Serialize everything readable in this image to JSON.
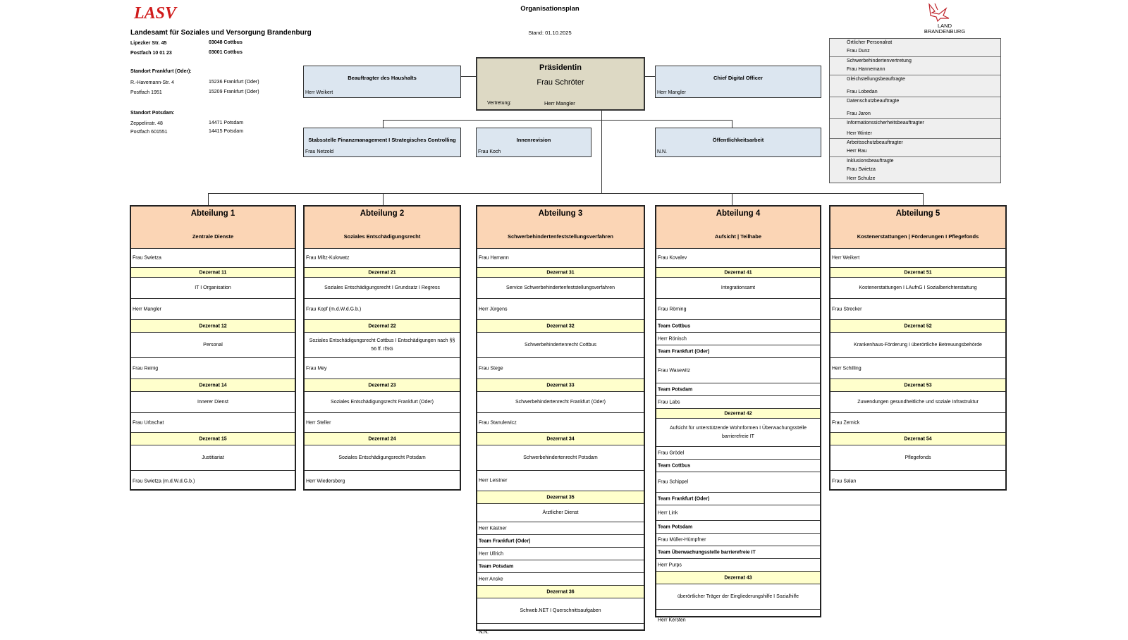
{
  "header": {
    "logo_text": "LASV",
    "title": "Organisationsplan",
    "stand": "Stand: 01.10.2025",
    "org_name": "Landesamt für Soziales und Versorgung Brandenburg",
    "addr_rows": [
      [
        "Lipezker Str. 45",
        "03048 Cottbus"
      ],
      [
        "Postfach 10 01 23",
        "03001 Cottbus"
      ]
    ],
    "ffo_heading": "Standort Frankfurt (Oder):",
    "ffo_rows": [
      [
        "R.-Havemann-Str. 4",
        "15236 Frankfurt (Oder)"
      ],
      [
        "Postfach 1951",
        "15209 Frankfurt (Oder)"
      ]
    ],
    "pdm_heading": "Standort Potsdam:",
    "pdm_rows": [
      [
        "Zeppelinstr. 48",
        "14471 Potsdam"
      ],
      [
        "Postfach 601551",
        "14415 Potsdam"
      ]
    ],
    "land_logo_line1": "LAND",
    "land_logo_line2": "BRANDENBURG"
  },
  "praesidentin": {
    "title": "Präsidentin",
    "name": "Frau Schröter",
    "vertretung_label": "Vertretung:",
    "vertretung_name": "Herr Mangler"
  },
  "staff": [
    {
      "label": "Beauftragter des Haushalts",
      "name": "Herr Weikert"
    },
    {
      "label": "Chief Digital Officer",
      "name": "Herr Mangler"
    },
    {
      "label": "Stabsstelle Finanzmanagement I Strategisches Controlling",
      "name": "Frau Netzold"
    },
    {
      "label": "Innenrevision",
      "name": "Frau Koch"
    },
    {
      "label": "Öffentlichkeitsarbeit",
      "name": "N.N."
    }
  ],
  "representatives": [
    [
      "Örtlicher Personalrat",
      "Frau Dunz"
    ],
    [
      "Schwerbehindertenvertretung",
      "Frau Hannemann"
    ],
    [
      "Gleichstellungsbeauftragte",
      "Frau Lobedan"
    ],
    [
      "Datenschutzbeauftragte",
      "Frau Jaron"
    ],
    [
      "Informationssicherheitsbeauftragter",
      "Herr Winter"
    ],
    [
      "Arbeitsschutzbeauftragter",
      "Herr Rau"
    ],
    [
      "Inklusionsbeauftragte",
      "Frau Swietza",
      "Herr Schulze"
    ]
  ],
  "abteilungen": [
    {
      "title": "Abteilung 1",
      "subtitle": "Zentrale Dienste",
      "rows": [
        {
          "t": "name",
          "text": "Frau Swietza"
        },
        {
          "t": "dez",
          "text": "Dezernat 11"
        },
        {
          "t": "desc",
          "text": "IT I Organisation"
        },
        {
          "t": "name",
          "text": "Herr Mangler"
        },
        {
          "t": "dez",
          "text": "Dezernat 12"
        },
        {
          "t": "desc",
          "text": "Personal"
        },
        {
          "t": "name",
          "text": "Frau Reinig"
        },
        {
          "t": "dez",
          "text": "Dezernat 14"
        },
        {
          "t": "desc",
          "text": "Innerer Dienst"
        },
        {
          "t": "name",
          "text": "Frau Urbschat"
        },
        {
          "t": "dez",
          "text": "Dezernat 15"
        },
        {
          "t": "desc",
          "text": "Justitiariat"
        },
        {
          "t": "name",
          "text": "Frau Swietza (m.d.W.d.G.b.)"
        }
      ]
    },
    {
      "title": "Abteilung 2",
      "subtitle": "Soziales Entschädigungsrecht",
      "rows": [
        {
          "t": "name",
          "text": "Frau Miltz-Kulowatz"
        },
        {
          "t": "dez",
          "text": "Dezernat 21"
        },
        {
          "t": "desc",
          "text": "Soziales Entschädigungsrecht I Grundsatz I Regress"
        },
        {
          "t": "name",
          "text": "Frau Kopf (m.d.W.d.G.b.)"
        },
        {
          "t": "dez",
          "text": "Dezernat 22"
        },
        {
          "t": "desc",
          "text": "Soziales Entschädigungsrecht Cottbus I Entschädigungen nach §§ 56 ff. IfSG"
        },
        {
          "t": "name",
          "text": "Frau Mey"
        },
        {
          "t": "dez",
          "text": "Dezernat 23"
        },
        {
          "t": "desc",
          "text": "Soziales Entschädigungsrecht Frankfurt (Oder)"
        },
        {
          "t": "name",
          "text": "Herr Steller"
        },
        {
          "t": "dez",
          "text": "Dezernat 24"
        },
        {
          "t": "desc",
          "text": "Soziales Entschädigungsrecht Potsdam"
        },
        {
          "t": "name",
          "text": "Herr Wiedersberg"
        }
      ]
    },
    {
      "title": "Abteilung 3",
      "subtitle": "Schwerbehindertenfeststellungsverfahren",
      "rows": [
        {
          "t": "name",
          "text": "Frau Hamann"
        },
        {
          "t": "dez",
          "text": "Dezernat 31"
        },
        {
          "t": "desc",
          "text": "Service Schwerbehindertenfeststellungsverfahren"
        },
        {
          "t": "name",
          "text": "Herr Jürgens"
        },
        {
          "t": "dez",
          "text": "Dezernat 32"
        },
        {
          "t": "desc",
          "text": "Schwerbehindertenrecht Cottbus"
        },
        {
          "t": "name",
          "text": "Frau Stege"
        },
        {
          "t": "dez",
          "text": "Dezernat 33"
        },
        {
          "t": "desc",
          "text": "Schwerbehindertenrecht Frankfurt (Oder)"
        },
        {
          "t": "name",
          "text": "Frau Stanulewicz"
        },
        {
          "t": "dez",
          "text": "Dezernat 34"
        },
        {
          "t": "desc",
          "text": "Schwerbehindertenrecht Potsdam"
        },
        {
          "t": "name",
          "text": "Herr Leistner"
        },
        {
          "t": "dez",
          "text": "Dezernat 35"
        },
        {
          "t": "desc",
          "text": "Ärztlicher Dienst"
        },
        {
          "t": "name",
          "text": "Herr Kästner"
        },
        {
          "t": "team",
          "text": "Team Frankfurt (Oder)"
        },
        {
          "t": "name",
          "text": "Herr Ullrich"
        },
        {
          "t": "team",
          "text": "Team Potsdam"
        },
        {
          "t": "name",
          "text": "Herr Anske"
        },
        {
          "t": "dez",
          "text": "Dezernat 36"
        },
        {
          "t": "desc",
          "text": "Schweb.NET I Querschnittsaufgaben"
        },
        {
          "t": "name",
          "text": "N.N."
        }
      ]
    },
    {
      "title": "Abteilung 4",
      "subtitle": "Aufsicht | Teilhabe",
      "rows": [
        {
          "t": "name",
          "text": "Frau Kovalev"
        },
        {
          "t": "dez",
          "text": "Dezernat 41"
        },
        {
          "t": "desc",
          "text": "Integrationsamt"
        },
        {
          "t": "name",
          "text": "Frau Röming"
        },
        {
          "t": "team",
          "text": "Team Cottbus"
        },
        {
          "t": "name",
          "text": "Herr Rönisch"
        },
        {
          "t": "team",
          "text": "Team Frankfurt (Oder)"
        },
        {
          "t": "name",
          "text": "Frau Wasewitz"
        },
        {
          "t": "team",
          "text": "Team Potsdam"
        },
        {
          "t": "name",
          "text": "Frau Labs"
        },
        {
          "t": "dez",
          "text": "Dezernat 42"
        },
        {
          "t": "desc",
          "text": "Aufsicht für unterstützende Wohnformen I Überwachungsstelle barrierefreie IT"
        },
        {
          "t": "name",
          "text": "Frau Grödel"
        },
        {
          "t": "team",
          "text": "Team Cottbus"
        },
        {
          "t": "name",
          "text": "Frau Schippel"
        },
        {
          "t": "team",
          "text": "Team Frankfurt (Oder)"
        },
        {
          "t": "name",
          "text": "Herr  Link"
        },
        {
          "t": "team",
          "text": "Team Potsdam"
        },
        {
          "t": "name",
          "text": "Frau Müller-Hümpfner"
        },
        {
          "t": "team",
          "text": "Team Überwachungsstelle barrierefreie IT"
        },
        {
          "t": "name",
          "text": "Herr Purps"
        },
        {
          "t": "dez",
          "text": "Dezernat 43"
        },
        {
          "t": "desc",
          "text": "überörtlicher Träger der Eingliederungshilfe I Sozialhilfe"
        },
        {
          "t": "name",
          "text": "Herr Kersten"
        }
      ]
    },
    {
      "title": "Abteilung 5",
      "subtitle": "Kostenerstattungen | Förderungen I Pflegefonds",
      "rows": [
        {
          "t": "name",
          "text": "Herr Weikert"
        },
        {
          "t": "dez",
          "text": "Dezernat 51"
        },
        {
          "t": "desc",
          "text": "Kostenerstattungen I LAufnG I Sozialberichterstattung"
        },
        {
          "t": "name",
          "text": "Frau Strecker"
        },
        {
          "t": "dez",
          "text": "Dezernat 52"
        },
        {
          "t": "desc",
          "text": "Krankenhaus-Förderung I überörtliche Betreuungsbehörde"
        },
        {
          "t": "name",
          "text": "Herr Schilling"
        },
        {
          "t": "dez",
          "text": "Dezernat 53"
        },
        {
          "t": "desc",
          "text": "Zuwendungen gesundheitliche und soziale Infrastruktur"
        },
        {
          "t": "name",
          "text": "Frau Zernick"
        },
        {
          "t": "dez",
          "text": "Dezernat 54"
        },
        {
          "t": "desc",
          "text": "Pflegefonds"
        },
        {
          "t": "name",
          "text": "Frau Salan"
        }
      ]
    }
  ],
  "colors": {
    "abteilung_header": "#fbd5b5",
    "dezernat": "#ffffcc",
    "staff_box": "#dce6f0",
    "praesidentin_box": "#ddd9c4",
    "logo_red": "#d01c1c"
  }
}
